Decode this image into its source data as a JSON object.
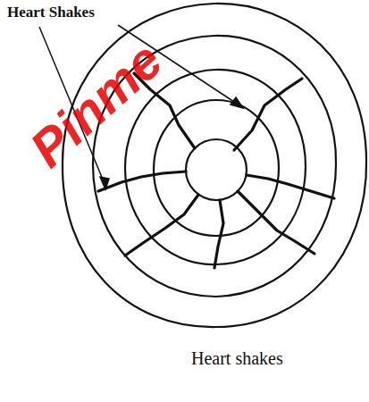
{
  "diagram": {
    "caption": "Heart shakes",
    "labels": [
      "Heart Shakes",
      "Pinme"
    ]
  }
}
